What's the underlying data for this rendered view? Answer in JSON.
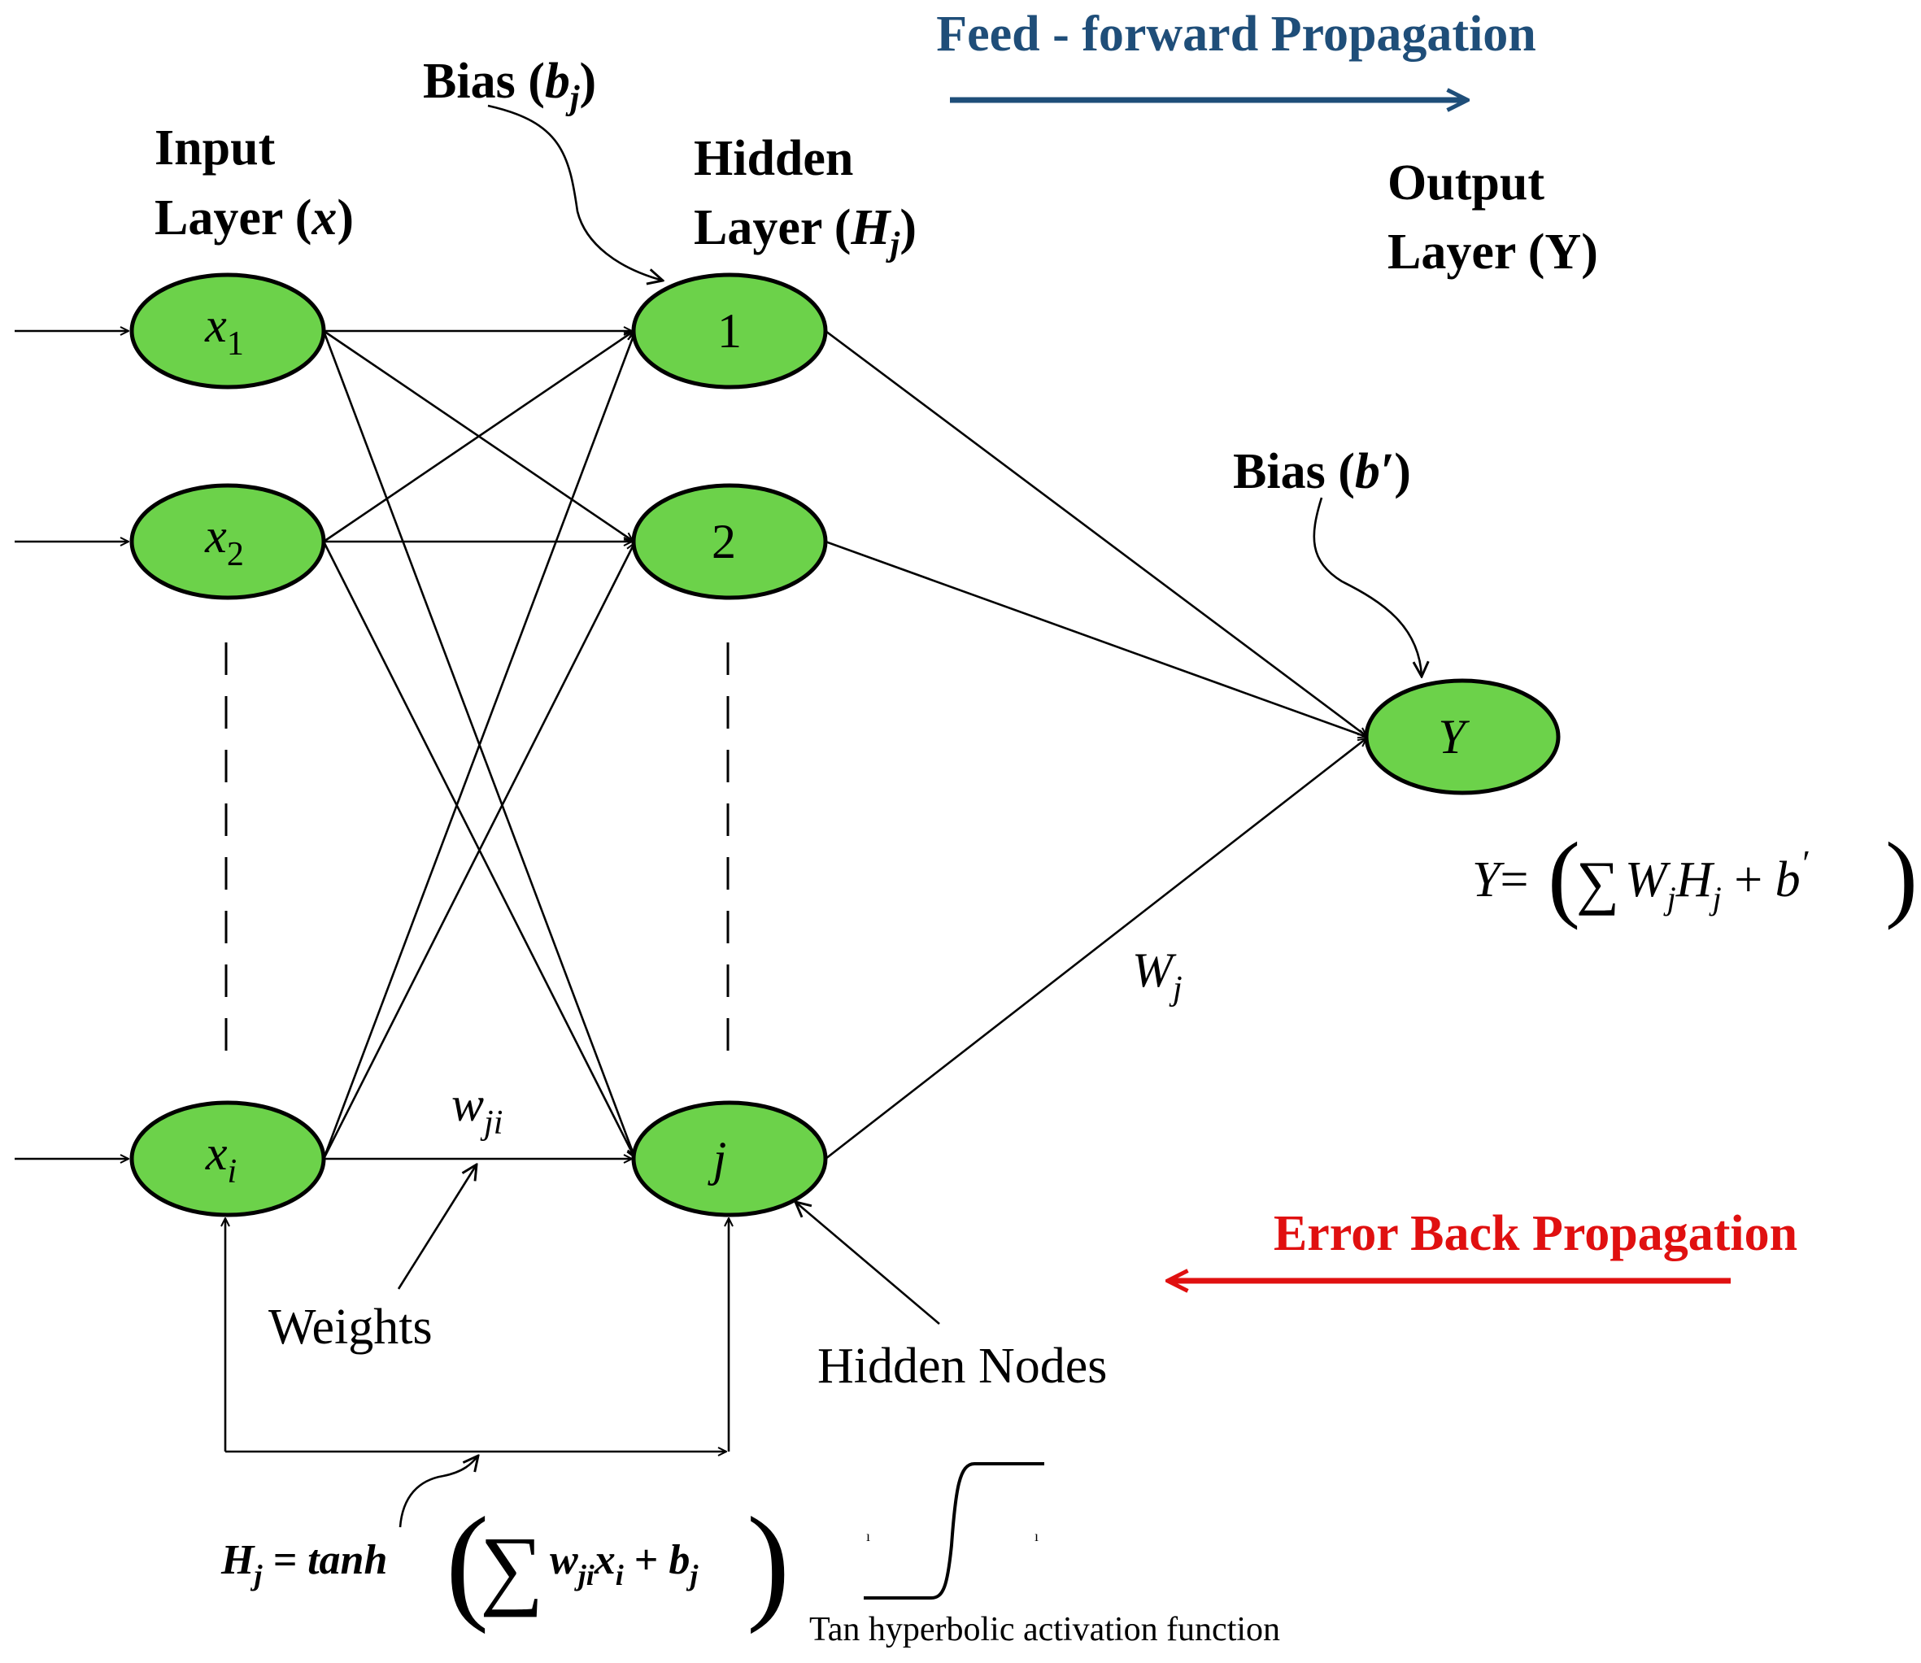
{
  "feedforward": {
    "label": "Feed - forward Propagation",
    "color": "#1f4e79"
  },
  "backprop": {
    "label": "Error Back Propagation",
    "color": "#e01010"
  },
  "input_layer": {
    "line1": "Input",
    "line2_prefix": "Layer (",
    "line2_var": "x",
    "line2_suffix": ")"
  },
  "hidden_layer": {
    "line1": "Hidden",
    "line2_prefix": "Layer (",
    "line2_var": "H",
    "line2_sub": "j",
    "line2_suffix": ")"
  },
  "output_layer": {
    "line1": "Output",
    "line2": "Layer (Y)"
  },
  "bias_hidden": {
    "prefix": "Bias (",
    "var": "b",
    "sub": "j",
    "suffix": ")"
  },
  "bias_output": {
    "prefix": "Bias (",
    "var": "b′",
    "suffix": ")"
  },
  "nodes": {
    "input": [
      {
        "var": "x",
        "sub": "1"
      },
      {
        "var": "x",
        "sub": "2"
      },
      {
        "var": "x",
        "sub": "i"
      }
    ],
    "hidden": [
      "1",
      "2",
      "j"
    ],
    "output": "Y"
  },
  "node_color": "#6cd24a",
  "weight_hidden": {
    "var": "w",
    "sub": "ji"
  },
  "weight_output": {
    "var": "W",
    "sub": "j"
  },
  "weights_caption": "Weights",
  "hidden_nodes_caption": "Hidden Nodes",
  "output_equation": {
    "lhs": "Y",
    "eq": "= ",
    "sum": "∑",
    "w": "W",
    "w_sub": "j",
    "h": "H",
    "h_sub": "j",
    "plus": " +  ",
    "b": "b",
    "b_sup": "′"
  },
  "hidden_equation": {
    "lhs": "H",
    "lhs_sub": "j",
    "eq": " = ",
    "fn": "tanh",
    "sum": "∑",
    "w": "w",
    "w_sub": "ji",
    "x": "x",
    "x_sub": "i",
    "plus": " +  ",
    "b": "b",
    "b_sub": "j"
  },
  "activation_caption": "Tan hyperbolic activation function"
}
